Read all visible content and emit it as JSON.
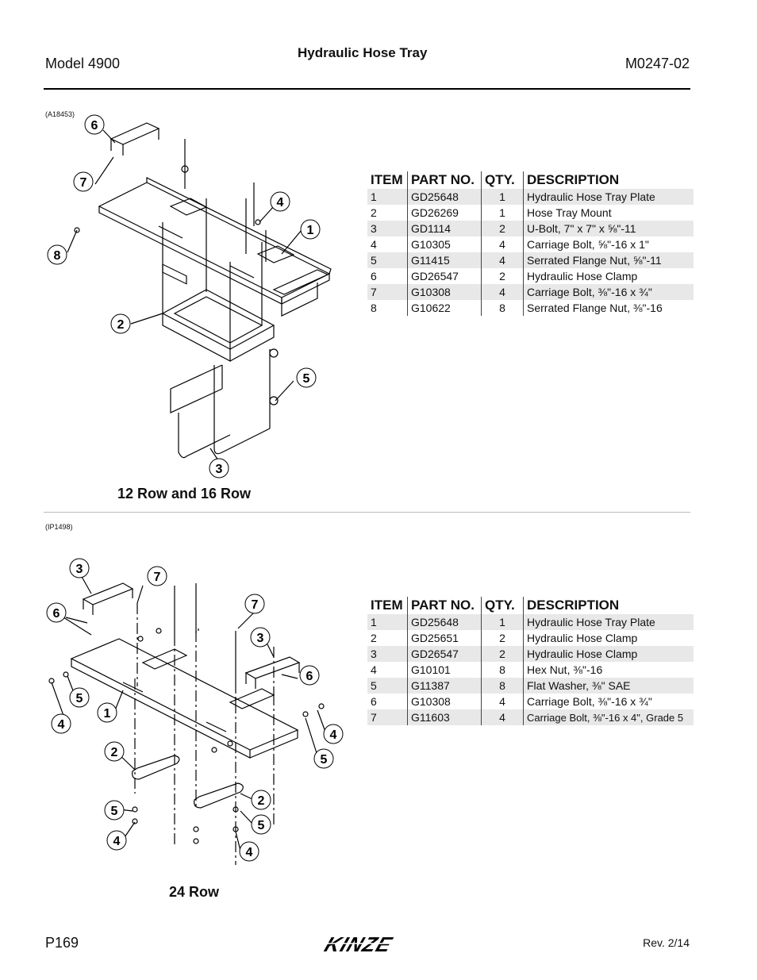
{
  "header": {
    "model": "Model 4900",
    "title": "Hydraulic Hose Tray",
    "doc_number": "M0247-02"
  },
  "figure1": {
    "ref_id": "(A18453)",
    "caption": "12 Row and 16 Row",
    "callouts": [
      "6",
      "7",
      "8",
      "4",
      "1",
      "2",
      "5",
      "3"
    ]
  },
  "table1": {
    "headers": [
      "ITEM",
      "PART NO.",
      "QTY.",
      "DESCRIPTION"
    ],
    "rows": [
      [
        "1",
        "GD25648",
        "1",
        "Hydraulic Hose Tray Plate"
      ],
      [
        "2",
        "GD26269",
        "1",
        "Hose Tray Mount"
      ],
      [
        "3",
        "GD1114",
        "2",
        "U-Bolt, 7\" x 7\" x ⅝\"-11"
      ],
      [
        "4",
        "G10305",
        "4",
        "Carriage Bolt, ⅝\"-16 x 1\""
      ],
      [
        "5",
        "G11415",
        "4",
        "Serrated Flange Nut, ⅝\"-11"
      ],
      [
        "6",
        "GD26547",
        "2",
        "Hydraulic Hose Clamp"
      ],
      [
        "7",
        "G10308",
        "4",
        "Carriage Bolt, ⅜\"-16 x ¾\""
      ],
      [
        "8",
        "G10622",
        "8",
        "Serrated Flange Nut, ⅜\"-16"
      ]
    ]
  },
  "figure2": {
    "ref_id": "(IP1498)",
    "caption": "24 Row",
    "callouts": [
      "3",
      "7",
      "6",
      "7",
      "3",
      "6",
      "5",
      "1",
      "4",
      "4",
      "5",
      "2",
      "2",
      "5",
      "5",
      "4",
      "4"
    ]
  },
  "table2": {
    "headers": [
      "ITEM",
      "PART NO.",
      "QTY.",
      "DESCRIPTION"
    ],
    "rows": [
      [
        "1",
        "GD25648",
        "1",
        "Hydraulic Hose Tray Plate"
      ],
      [
        "2",
        "GD25651",
        "2",
        "Hydraulic Hose Clamp"
      ],
      [
        "3",
        "GD26547",
        "2",
        "Hydraulic Hose Clamp"
      ],
      [
        "4",
        "G10101",
        "8",
        "Hex Nut, ⅜\"-16"
      ],
      [
        "5",
        "G11387",
        "8",
        "Flat Washer, ⅜\" SAE"
      ],
      [
        "6",
        "G10308",
        "4",
        "Carriage Bolt, ⅜\"-16 x ¾\""
      ],
      [
        "7",
        "G11603",
        "4",
        "Carriage Bolt, ⅜\"-16 x 4\", Grade 5"
      ]
    ]
  },
  "footer": {
    "page": "P169",
    "brand": "KINZE",
    "revision": "Rev. 2/14"
  }
}
